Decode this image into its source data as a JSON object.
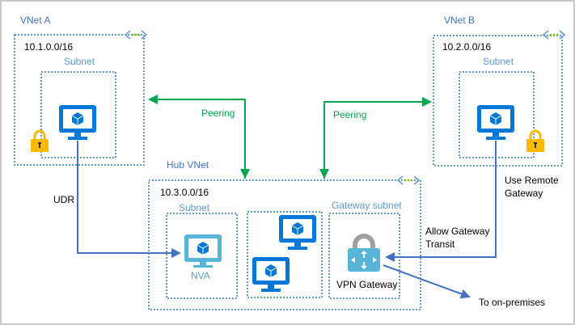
{
  "diagram": {
    "vnet_a": {
      "title": "VNet A",
      "address": "10.1.0.0/16",
      "subnet_label": "Subnet"
    },
    "vnet_b": {
      "title": "VNet B",
      "address": "10.2.0.0/16",
      "subnet_label": "Subnet"
    },
    "hub": {
      "title": "Hub VNet",
      "address": "10.3.0.0/16",
      "subnet_label": "Subnet",
      "nva_label": "NVA",
      "gateway_subnet_label": "Gateway subnet",
      "vpn_gateway_label": "VPN Gateway"
    },
    "connections": {
      "peering_left": "Peering",
      "peering_right": "Peering",
      "udr": "UDR",
      "use_remote_gateway_1": "Use Remote",
      "use_remote_gateway_2": "Gateway",
      "allow_gateway_transit_1": "Allow Gateway",
      "allow_gateway_transit_2": "Transit",
      "to_on_premises": "To on-premises"
    },
    "colors": {
      "vnet_border": "#5b9bd5",
      "peering": "#00a650",
      "route": "#4472c4",
      "vm": "#0078d7",
      "nva": "#59b4d9",
      "lock": "#ffb900",
      "gateway_lock": "#a0a0a0"
    }
  }
}
